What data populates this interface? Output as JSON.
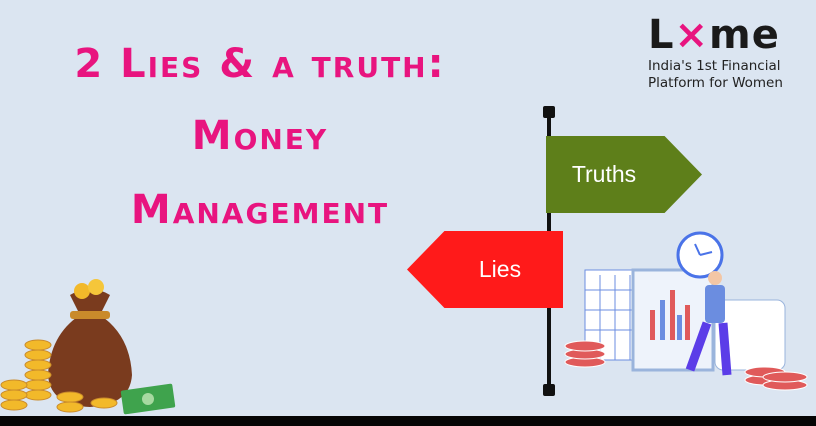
{
  "title": {
    "line1": "2 Lies & a truth:",
    "line2": "Money",
    "line3": "Management"
  },
  "logo": {
    "brand": "Lxme",
    "tagline_line1": "India's 1st Financial",
    "tagline_line2": "Platform for Women"
  },
  "signs": {
    "truths": "Truths",
    "lies": "Lies"
  },
  "colors": {
    "pink": "#e8147f",
    "green": "#5e7f1a",
    "red": "#ff1a1a",
    "background": "#dbe5f1"
  }
}
